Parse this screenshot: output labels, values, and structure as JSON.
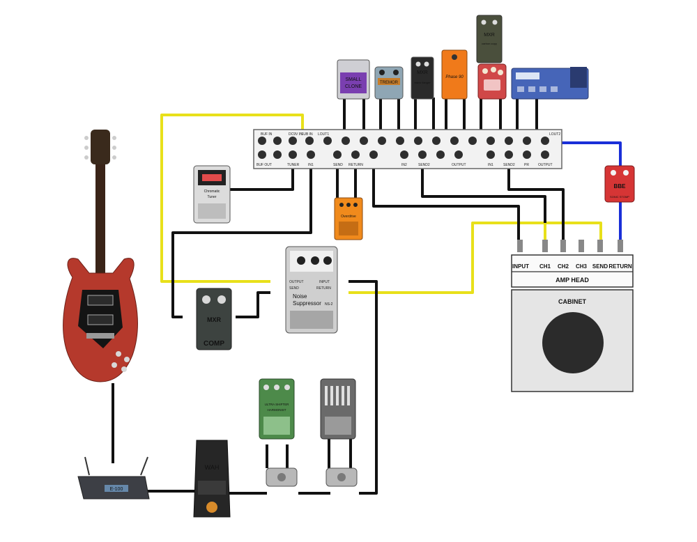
{
  "amp_head": {
    "title": "AMP HEAD",
    "jacks": [
      "INPUT",
      "CH1",
      "CH2",
      "CH3",
      "SEND",
      "RETURN"
    ]
  },
  "cabinet": {
    "title": "CABINET"
  },
  "switcher": {
    "top_labels": [
      "BUF IN",
      "DC9V IN",
      "SUB IN",
      "LOUT1",
      "LOUT2"
    ],
    "bottom_labels": [
      "BUF OUT",
      "TUNER",
      "IN1",
      "SEND",
      "RETURN",
      "IN2",
      "SEND2",
      "OUTPUT",
      "IN1",
      "SEND2",
      "PR",
      "OUTPUT"
    ]
  },
  "pedals": {
    "small_clone": {
      "line1": "SMALL",
      "line2": "CLONE"
    },
    "tremolo": {
      "text": "TREMOR"
    },
    "mxr_flanger": {
      "brand": "MXR",
      "name": "micro flanger"
    },
    "orange_pedal": {
      "text": "Phase 90"
    },
    "carbon_copy": {
      "brand": "MXR",
      "name": "carbon copy"
    },
    "red_pedal": {
      "text": ""
    },
    "multi_unit": {
      "text": ""
    },
    "tuner": {
      "line1": "Chromatic",
      "line2": "Tuner"
    },
    "overdrive": {
      "text": "Overdrive"
    },
    "bbe": {
      "brand": "BBE",
      "name": "SONIC STOMP"
    },
    "noise_suppressor": {
      "line1": "Noise",
      "line2": "Suppressor",
      "model": "NS-2",
      "jacks": [
        "OUTPUT",
        "SEND",
        "INPUT",
        "RETURN"
      ]
    },
    "comp": {
      "brand": "MXR",
      "name": "COMP"
    },
    "wah": {
      "text": "WAH"
    },
    "wireless": {
      "text": "E-100"
    },
    "harmonist": {
      "line1": "ULTRA SHIFTER",
      "line2": "HARMONIST"
    },
    "eq": {
      "text": ""
    }
  },
  "colors": {
    "yellow_cable": "#e8e01a",
    "blue_cable": "#1a2fd8",
    "black_cable": "#111111",
    "guitar_body": "#b5392c",
    "cabinet_fill": "#e5e5e5",
    "speaker": "#2b2b2b"
  }
}
